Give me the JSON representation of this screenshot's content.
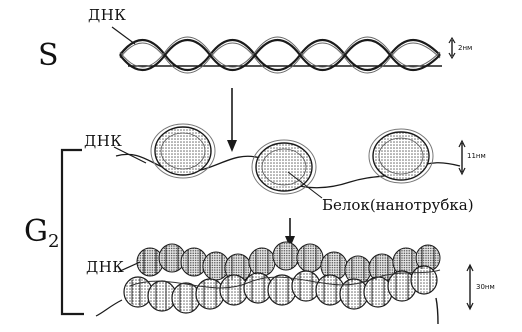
{
  "labels": {
    "dna_top": "ДНК",
    "dna_middle": "ДНК",
    "dna_bottom": "ДНК",
    "phase_s": "S",
    "phase_g2_main": "G",
    "phase_g2_sub": "2",
    "protein": "Белок(нанотрубка)"
  },
  "scale_bars": {
    "top": "2нм",
    "middle": "11нм",
    "bottom": "30нм"
  },
  "colors": {
    "line": "#1a1a1a",
    "shade": "#8a8a8a",
    "background": "#ffffff"
  }
}
